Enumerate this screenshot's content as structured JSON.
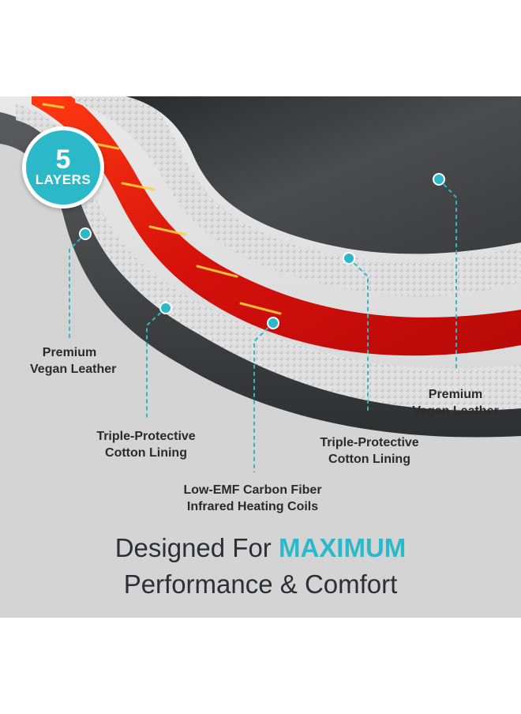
{
  "badge": {
    "number": "5",
    "word": "LAYERS"
  },
  "labels": [
    {
      "line1": "Premium",
      "line2": "Vegan Leather"
    },
    {
      "line1": "Triple-Protective",
      "line2": "Cotton Lining"
    },
    {
      "line1": "Low-EMF Carbon Fiber",
      "line2": "Infrared Heating Coils"
    },
    {
      "line1": "Triple-Protective",
      "line2": "Cotton Lining"
    },
    {
      "line1": "Premium",
      "line2": "Vegan Leather"
    }
  ],
  "headline": {
    "prefix": "Designed For ",
    "accent": "MAXIMUM",
    "line2": "Performance & Comfort"
  },
  "colors": {
    "accent": "#2bb8c8",
    "leather": "#3a3b3d",
    "heating": "#e0140c",
    "cotton": "#d8d8d8"
  }
}
